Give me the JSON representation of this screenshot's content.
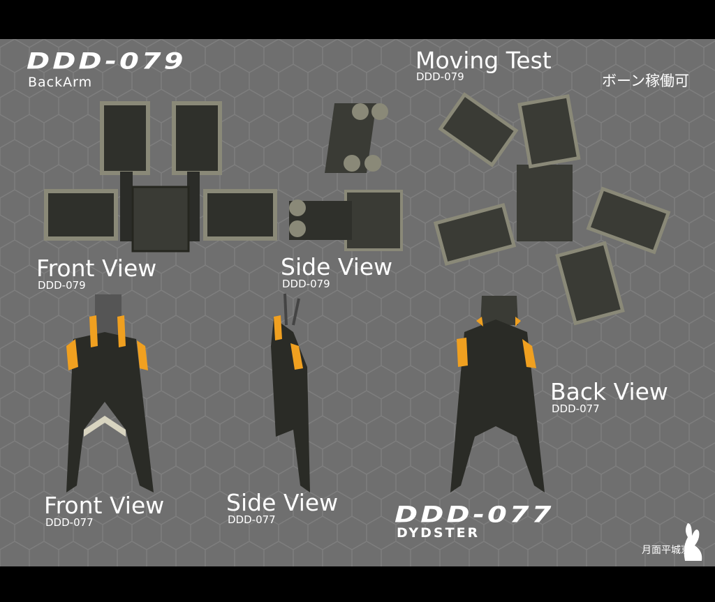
{
  "title_top": {
    "model": "DDD-079",
    "name": "BackArm"
  },
  "moving_test": {
    "label": "Moving Test",
    "code": "DDD-079",
    "note": "ボーン稼働可"
  },
  "views": [
    {
      "label": "Front View",
      "code": "DDD-079"
    },
    {
      "label": "Side View",
      "code": "DDD-079"
    },
    {
      "label": "Front View",
      "code": "DDD-077"
    },
    {
      "label": "Side View",
      "code": "DDD-077"
    },
    {
      "label": "Back View",
      "code": "DDD-077"
    }
  ],
  "title_bottom": {
    "model": "DDD-077",
    "name": "DYDSTER"
  },
  "logo": {
    "text": "月面平城京",
    "icon": "rabbit-icon"
  },
  "colors": {
    "background": "#6f6f6f",
    "hex_lines": "#7d7d7d",
    "armor_dark": "#2e2f2a",
    "armor_light": "#8a8978",
    "accent": "#f0a020",
    "frame": "#000000"
  }
}
